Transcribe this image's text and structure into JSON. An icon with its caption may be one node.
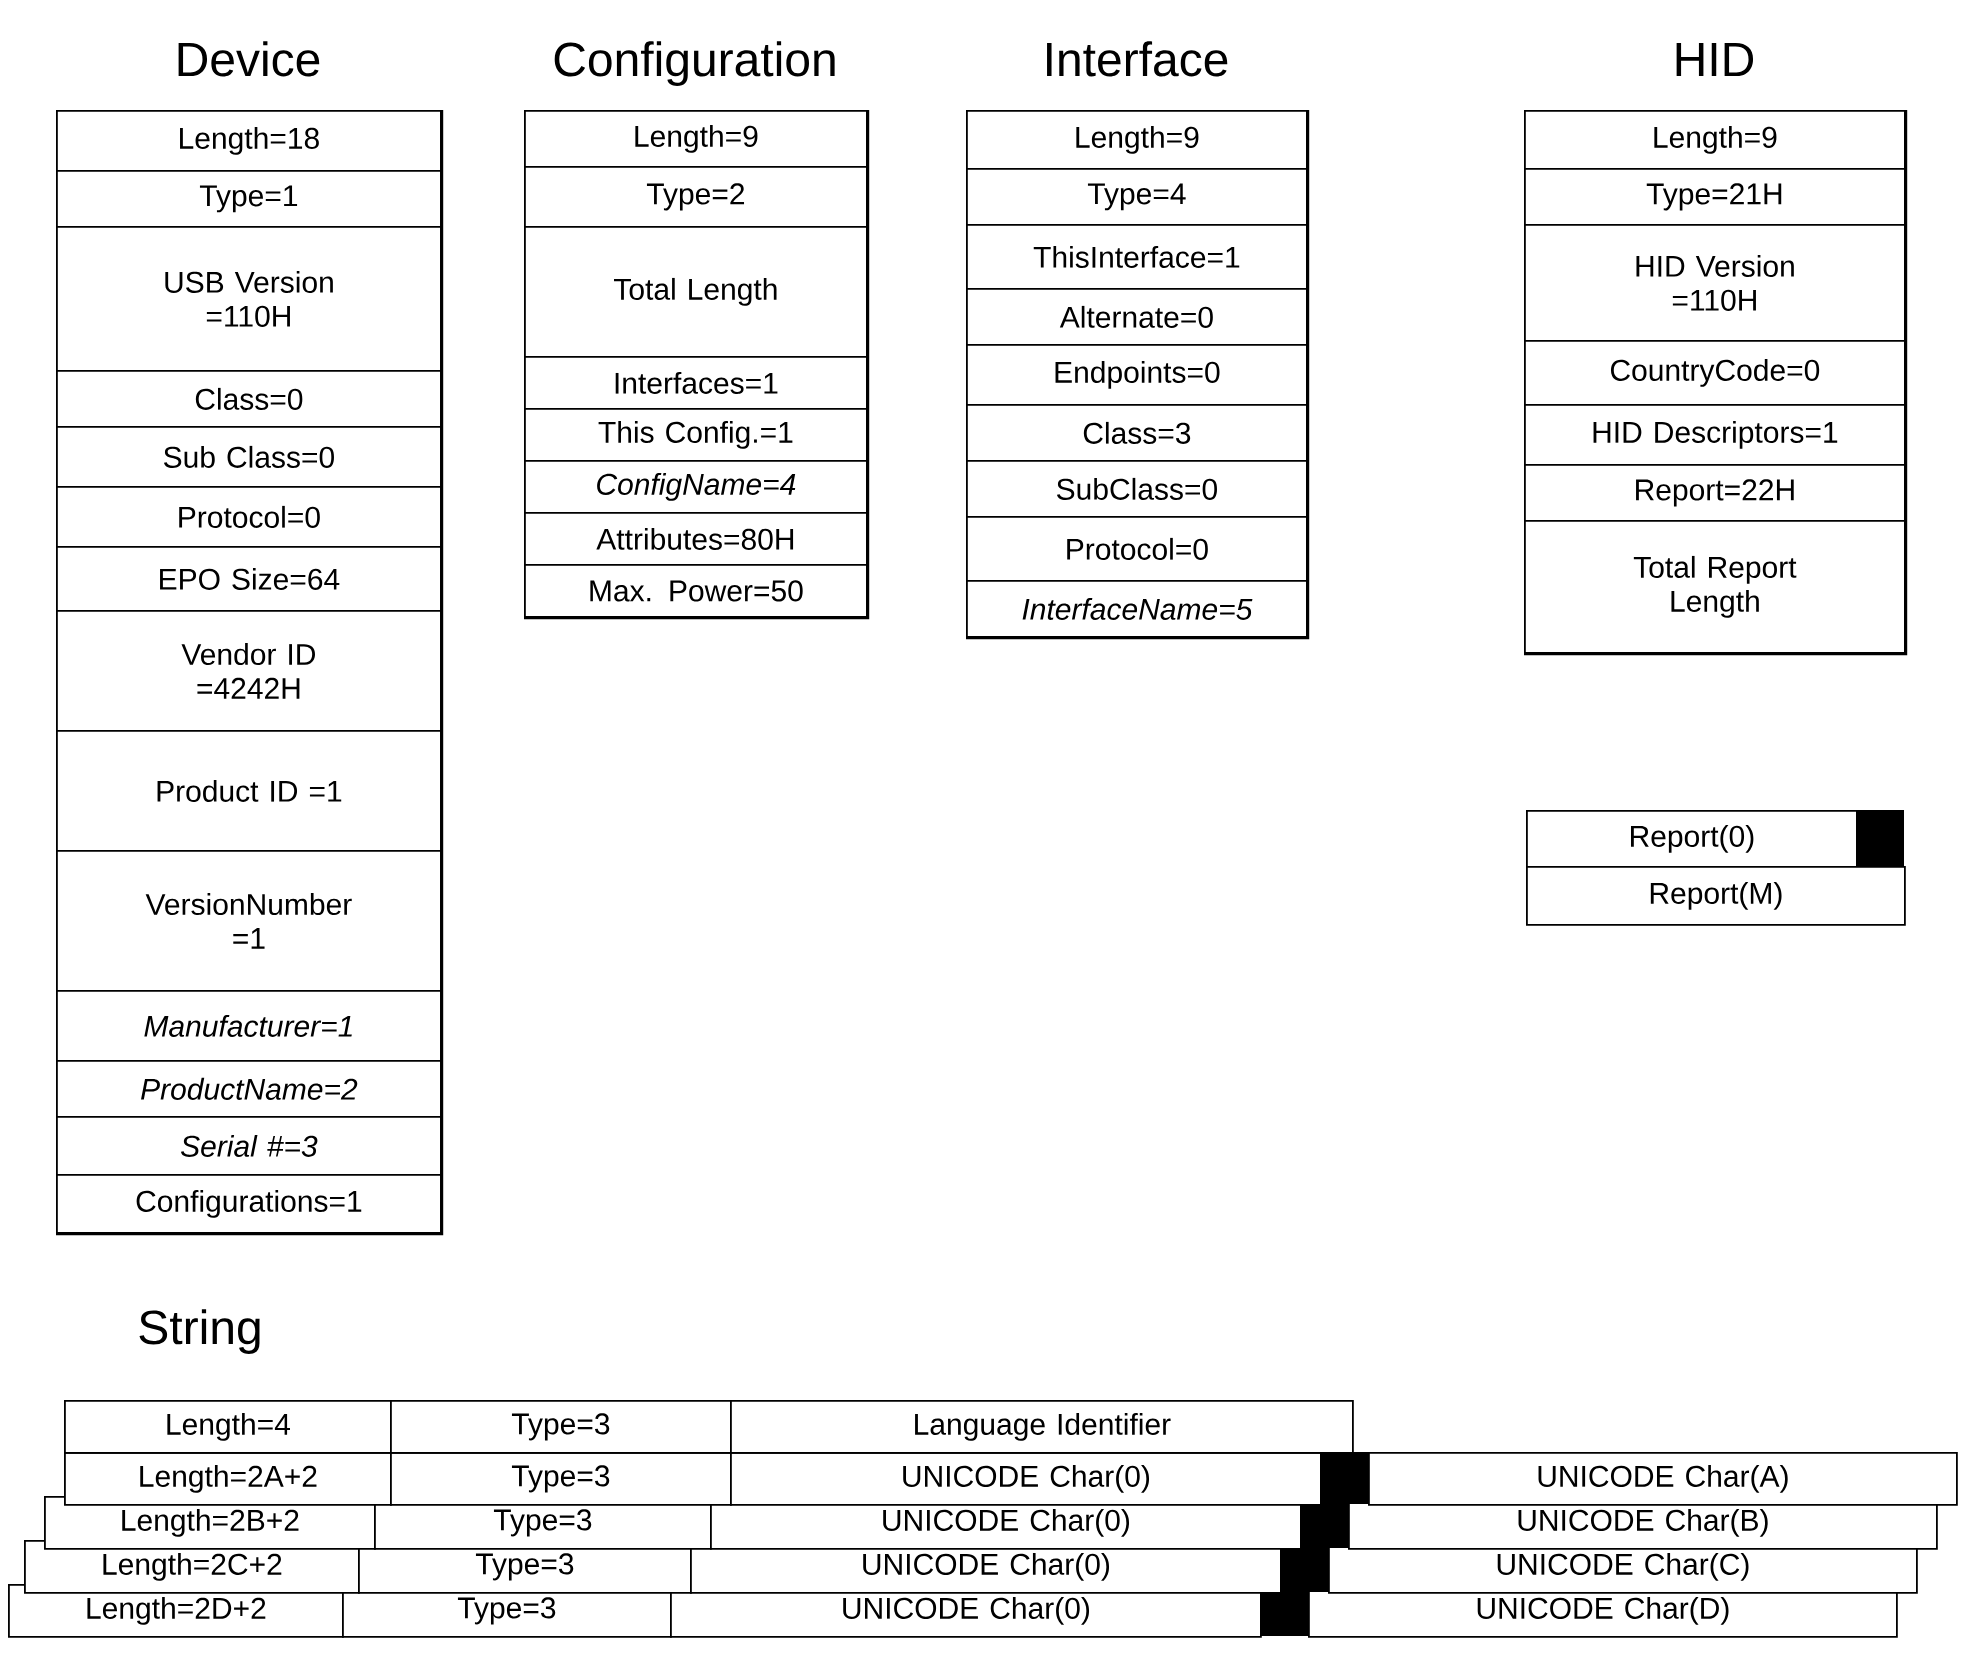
{
  "diagram": {
    "nodes": [
      {
        "text": [
          "Device"
        ]
      },
      {
        "text": [
          "Length=18"
        ],
        "in": 0
      },
      {
        "text": [
          "Type=1"
        ],
        "in": 0
      },
      {
        "text": [
          "USB Version =110H"
        ],
        "in": 0
      },
      {
        "text": [
          "Class=0"
        ],
        "in": 0
      },
      {
        "text": [
          "Sub Class=0"
        ],
        "in": 0
      },
      {
        "text": [
          "Protocol=0"
        ],
        "in": 0
      },
      {
        "text": [
          "EPO Size=64"
        ],
        "in": 0
      },
      {
        "text": [
          "Vendor ID =4242H"
        ],
        "in": 0
      },
      {
        "text": [
          "Product ID =1"
        ],
        "in": 0
      },
      {
        "text": [
          "VersionNumber =1"
        ],
        "in": 0
      },
      {
        "text": [
          "Manufacturer=1"
        ],
        "in": 0
      },
      {
        "text": [
          "ProductName=2"
        ],
        "in": 0
      },
      {
        "text": [
          "Serial #=3"
        ],
        "in": 0
      },
      {
        "text": [
          "Configurations=1"
        ],
        "in": 0
      },
      {
        "text": [
          "Configuration"
        ]
      },
      {
        "text": [
          "Length=9"
        ],
        "in": 15
      },
      {
        "text": [
          "Type=2"
        ],
        "in": 15
      },
      {
        "text": [
          "Total Length"
        ],
        "in": 15
      },
      {
        "text": [
          "Interfaces=1"
        ],
        "in": 15
      },
      {
        "text": [
          "This Config.=1"
        ],
        "in": 15
      },
      {
        "text": [
          "ConfigName=4"
        ],
        "in": 15
      },
      {
        "text": [
          "Attributes=80H"
        ],
        "in": 15
      },
      {
        "text": [
          "Max. Power=50"
        ],
        "in": 15
      },
      {
        "text": [
          "Interface"
        ]
      },
      {
        "text": [
          "Length=9"
        ],
        "in": 24
      },
      {
        "text": [
          "Type=4"
        ],
        "in": 24
      },
      {
        "text": [
          "ThisInterface=1"
        ],
        "in": 24
      },
      {
        "text": [
          "Alternate=0"
        ],
        "in": 24
      },
      {
        "text": [
          "Endpoints=0"
        ],
        "in": 24
      },
      {
        "text": [
          "Class=3"
        ],
        "in": 24
      },
      {
        "text": [
          "SubClass=0"
        ],
        "in": 24
      },
      {
        "text": [
          "Protocol=0"
        ],
        "in": 24
      },
      {
        "text": [
          "InterfaceName=5"
        ],
        "in": 24
      },
      {
        "text": [
          "HID"
        ]
      },
      {
        "text": [
          "Length=9"
        ],
        "in": 34
      },
      {
        "text": [
          "Type=21H"
        ],
        "in": 34
      },
      {
        "text": [
          "HID Version =110H"
        ],
        "in": 34
      },
      {
        "text": [
          "CountryCode=0"
        ],
        "in": 34
      },
      {
        "text": [
          "HID Descriptors=1"
        ],
        "in": 34
      },
      {
        "text": [
          "Report=22H"
        ],
        "in": 34
      },
      {
        "text": [
          "Total Report Length"
        ],
        "in": 34
      },
      {
        "text": [
          "Report(0)"
        ]
      },
      {
        "text": [
          "Report(M)"
        ]
      },
      {
        "text": [
          "Length=4"
        ]
      },
      {
        "text": [
          "Type=3"
        ]
      },
      {
        "text": [
          "Language Identifier"
        ]
      },
      {
        "text": [
          "Length=2A+2"
        ]
      },
      {
        "text": [
          "Type=3"
        ]
      },
      {
        "text": [
          "UNICODE Char(0)"
        ]
      },
      {
        "text": [
          "UNICODE Char(A)"
        ]
      },
      {
        "text": [
          "Length=2B+2"
        ]
      },
      {
        "text": [
          "Type=3"
        ]
      },
      {
        "text": [
          "UNICODE Char(0)"
        ]
      },
      {
        "text": [
          "UNICODE Char(B)"
        ]
      },
      {
        "text": [
          "Length=2C+2"
        ]
      },
      {
        "text": [
          "Type=3"
        ]
      },
      {
        "text": [
          "UNICODE Char(0)"
        ]
      },
      {
        "text": [
          "UNICODE Char(C)"
        ]
      },
      {
        "text": [
          "Length=2D+2"
        ]
      },
      {
        "text": [
          "Type=3"
        ]
      },
      {
        "text": [
          "UNICODE Char(0)"
        ]
      },
      {
        "text": [
          "UNICODE Char(D)"
        ]
      }
    ],
    "labels": [
      "String"
    ]
  }
}
